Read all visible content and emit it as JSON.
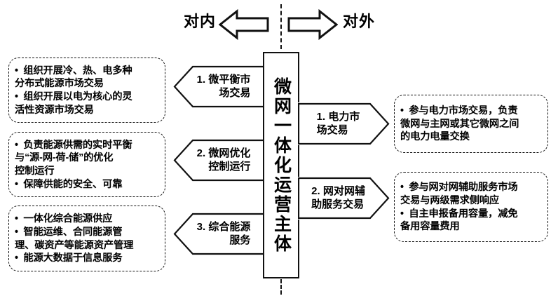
{
  "header": {
    "internal_label": "对内",
    "external_label": "对外",
    "left_arrow_icon": "big-left-chevron-icon",
    "right_arrow_icon": "big-right-chevron-icon",
    "divider_icon": "vertical-dashed-divider"
  },
  "center": {
    "title": "微网一体化运营主体"
  },
  "left_boxes": [
    {
      "id": "left-box-1",
      "lines": [
        "•  组织开展冷、热、电多种",
        "分布式能源市场交易",
        "•  组织开展以电为核心的灵",
        "活性资源市场交易"
      ]
    },
    {
      "id": "left-box-2",
      "lines": [
        "•  负责能源供需的实时平衡",
        "与“源-网-荷-储”的优化",
        "控制运行",
        "•  保障供能的安全、可靠"
      ]
    },
    {
      "id": "left-box-3",
      "lines": [
        "•  一体化综合能源供应",
        "•  智能运维、合同能源管",
        "理、碳资产等能源资产管理",
        "•  能源大数据于信息服务"
      ]
    }
  ],
  "left_arrows": [
    {
      "id": "left-arrow-1",
      "label": "1. 微平衡市\n场交易"
    },
    {
      "id": "left-arrow-2",
      "label": "2. 微网优化\n控制运行"
    },
    {
      "id": "left-arrow-3",
      "label": "3. 综合能源\n服务"
    }
  ],
  "right_arrows": [
    {
      "id": "right-arrow-1",
      "label": "1. 电力市\n场交易"
    },
    {
      "id": "right-arrow-2",
      "label": "2. 网对网辅\n助服务交易"
    }
  ],
  "right_boxes": [
    {
      "id": "right-box-1",
      "lines": [
        "•  参与电力市场交易，负责",
        "微网与主网或其它微网之间",
        "的电力电量交换"
      ]
    },
    {
      "id": "right-box-2",
      "lines": [
        "•  参与网对网辅助服务市场",
        "交易与两级需求侧响应",
        "•  自主申报备用容量，减免",
        "备用容量费用"
      ]
    }
  ],
  "colors": {
    "stroke": "#111111",
    "background": "#ffffff",
    "text": "#000000"
  }
}
